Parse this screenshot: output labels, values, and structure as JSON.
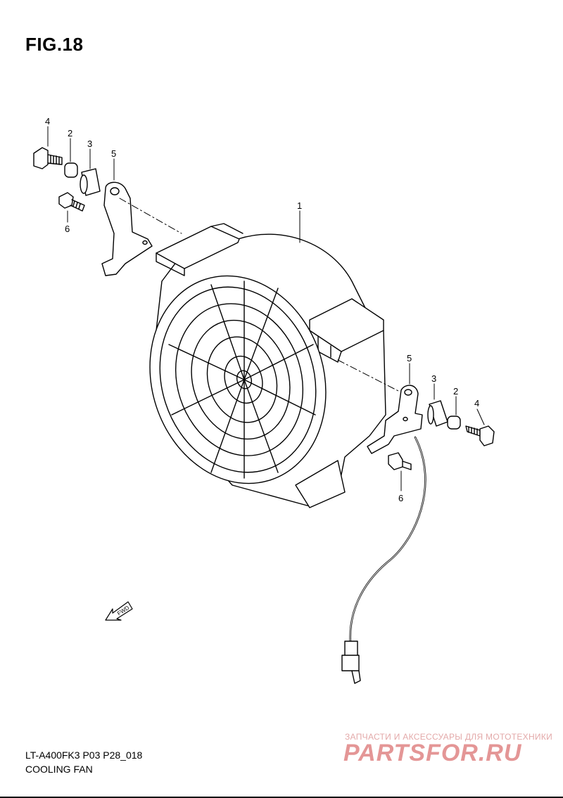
{
  "figure": {
    "title": "FIG.18"
  },
  "callouts": {
    "fan_assembly": "1",
    "left_collar": "2",
    "left_cushion": "3",
    "left_bolt": "4",
    "left_bracket": "5",
    "left_bracket_bolt": "6",
    "right_bracket": "5",
    "right_cushion": "3",
    "right_collar": "2",
    "right_bolt": "4",
    "right_bracket_bolt": "6"
  },
  "direction_arrow": {
    "label": "FWD"
  },
  "footer": {
    "model_code": "LT-A400FK3 P03 P28_018",
    "part_group": "COOLING FAN"
  },
  "watermark": {
    "tagline": "ЗАПЧАСТИ И АКСЕССУАРЫ ДЛЯ МОТОТЕХНИКИ",
    "brand": "PARTSFOR.RU"
  }
}
